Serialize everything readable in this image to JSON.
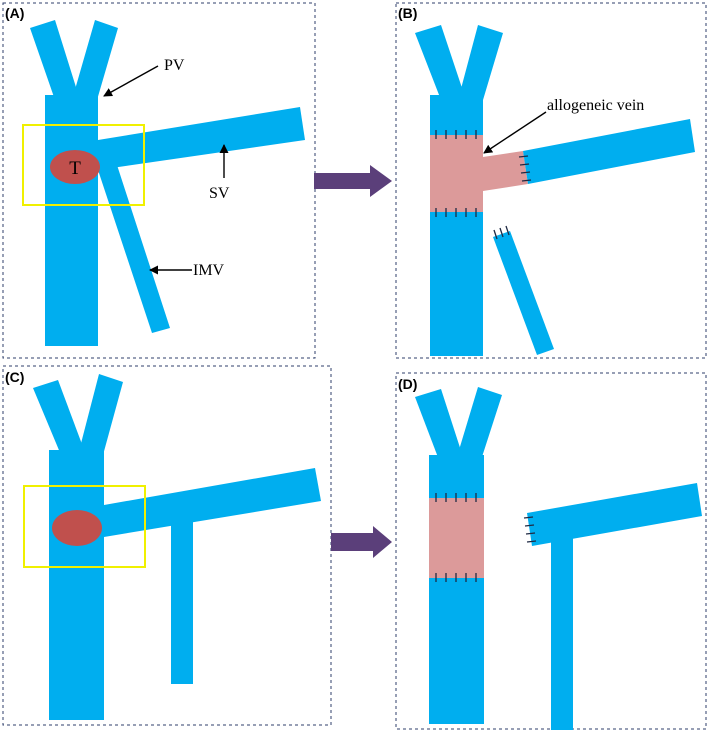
{
  "colors": {
    "vessel": "#00aeef",
    "graft": "#dc9a9a",
    "tumor": "#c0504d",
    "roi_box": "#f0f000",
    "panel_frame": "#2f3f6b",
    "flow_arrow": "#5b3f7a"
  },
  "panels": {
    "a": {
      "label": "(A)",
      "tumor_label": "T",
      "annotations": {
        "pv": "PV",
        "sv": "SV",
        "imv": "IMV"
      }
    },
    "b": {
      "label": "(B)",
      "annotations": {
        "graft": "allogeneic vein"
      }
    },
    "c": {
      "label": "(C)"
    },
    "d": {
      "label": "(D)"
    }
  }
}
